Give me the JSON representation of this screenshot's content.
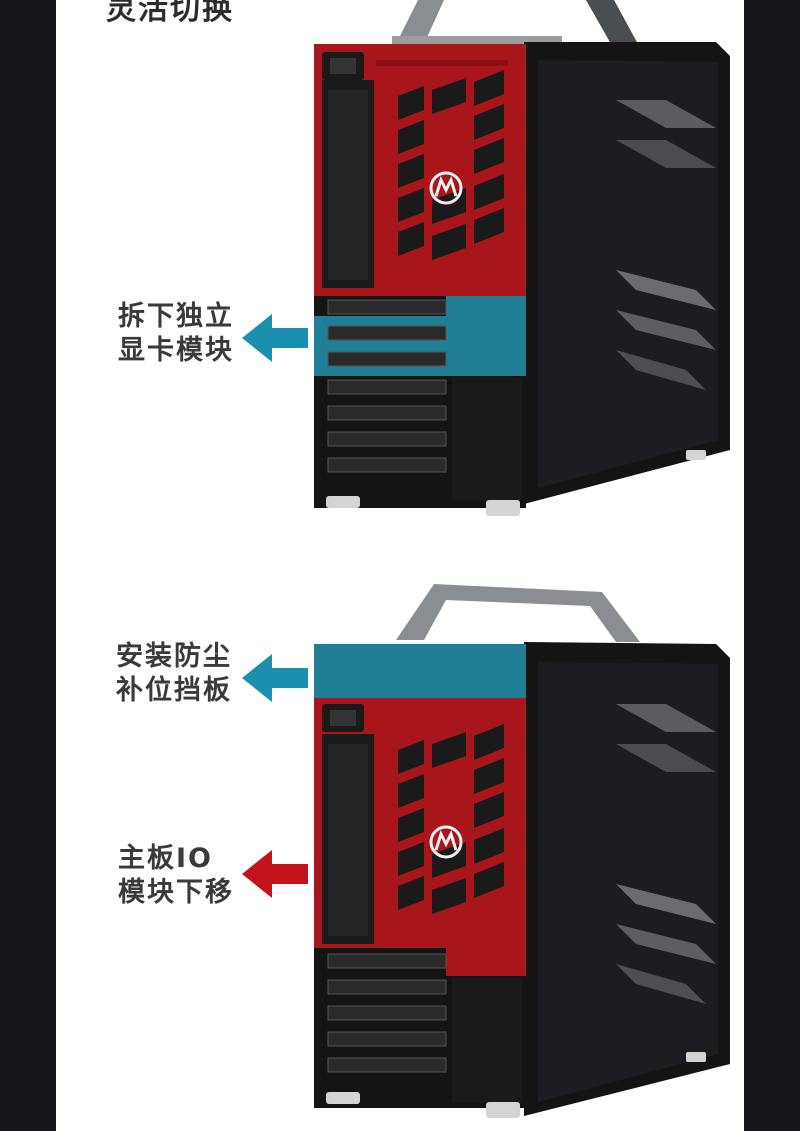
{
  "heading": "灵活切换",
  "colors": {
    "accent_blue": "#1a8fb0",
    "accent_red": "#c4131b",
    "case_red": "#a8151b",
    "case_black": "#141414",
    "panel_teal": "#1f7f95"
  },
  "section_top": {
    "label_line1": "拆下独立",
    "label_line2": "显卡模块",
    "arrow_icon": "arrow-left-icon",
    "arrow_color": "blue"
  },
  "section_bottom": {
    "label_a_line1": "安装防尘",
    "label_a_line2": "补位挡板",
    "label_a_arrow_color": "blue",
    "label_b_line1": "主板IO",
    "label_b_line2": "模块下移",
    "label_b_arrow_color": "red"
  }
}
